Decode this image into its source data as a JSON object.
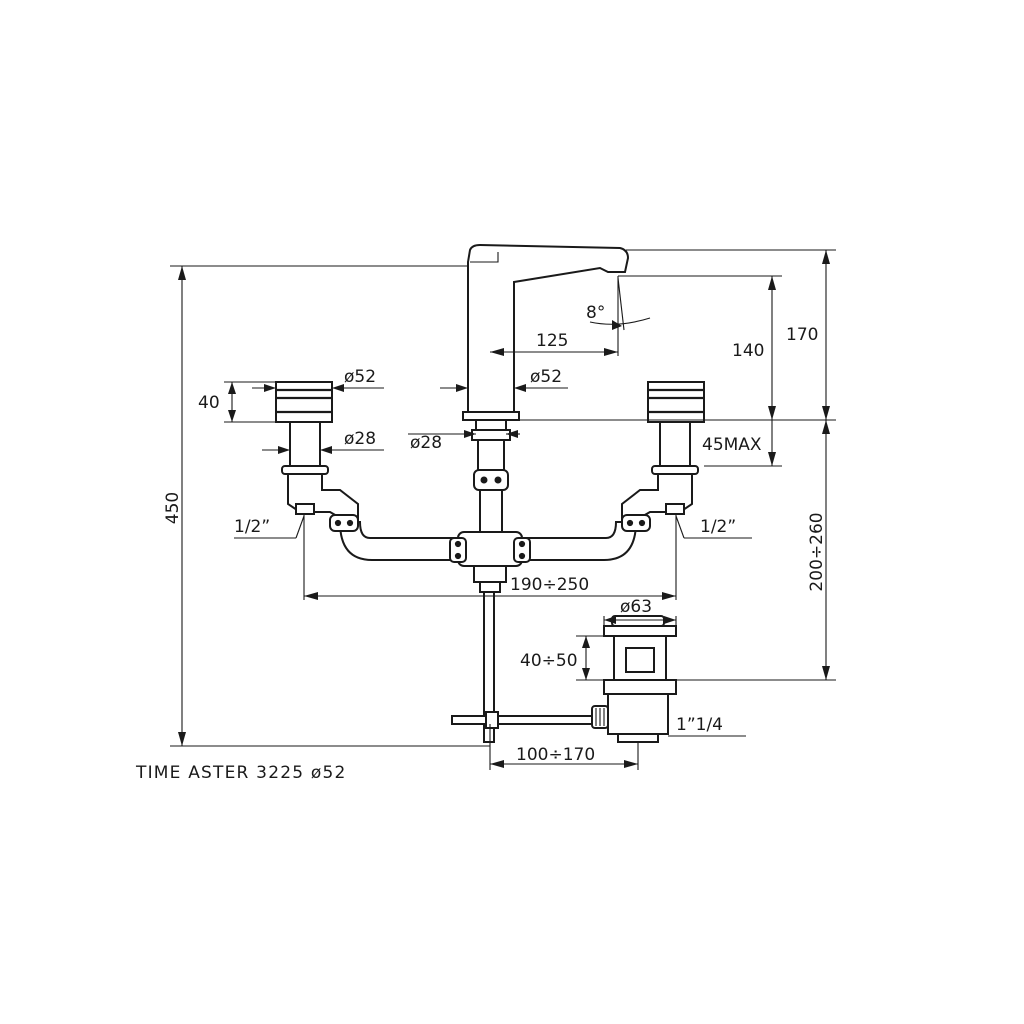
{
  "drawing": {
    "title": "TIME ASTER 3225 ø52",
    "dimensions": {
      "overall_height": "450",
      "spout_top_height": "170",
      "spout_outlet_height": "140",
      "spout_reach": "125",
      "spout_angle": "8°",
      "spout_base_diameter": "ø52",
      "spout_shank_diameter": "ø28",
      "handle_diameter": "ø52",
      "handle_height": "40",
      "handle_shank_diameter": "ø28",
      "deck_thickness": "45MAX",
      "below_deck_height": "200÷260",
      "connection_left": "1/2”",
      "connection_right": "1/2”",
      "handle_spread": "190÷250",
      "waste_diameter": "ø63",
      "waste_height": "40÷50",
      "waste_thread": "1”1/4",
      "rod_distance": "100÷170"
    }
  }
}
